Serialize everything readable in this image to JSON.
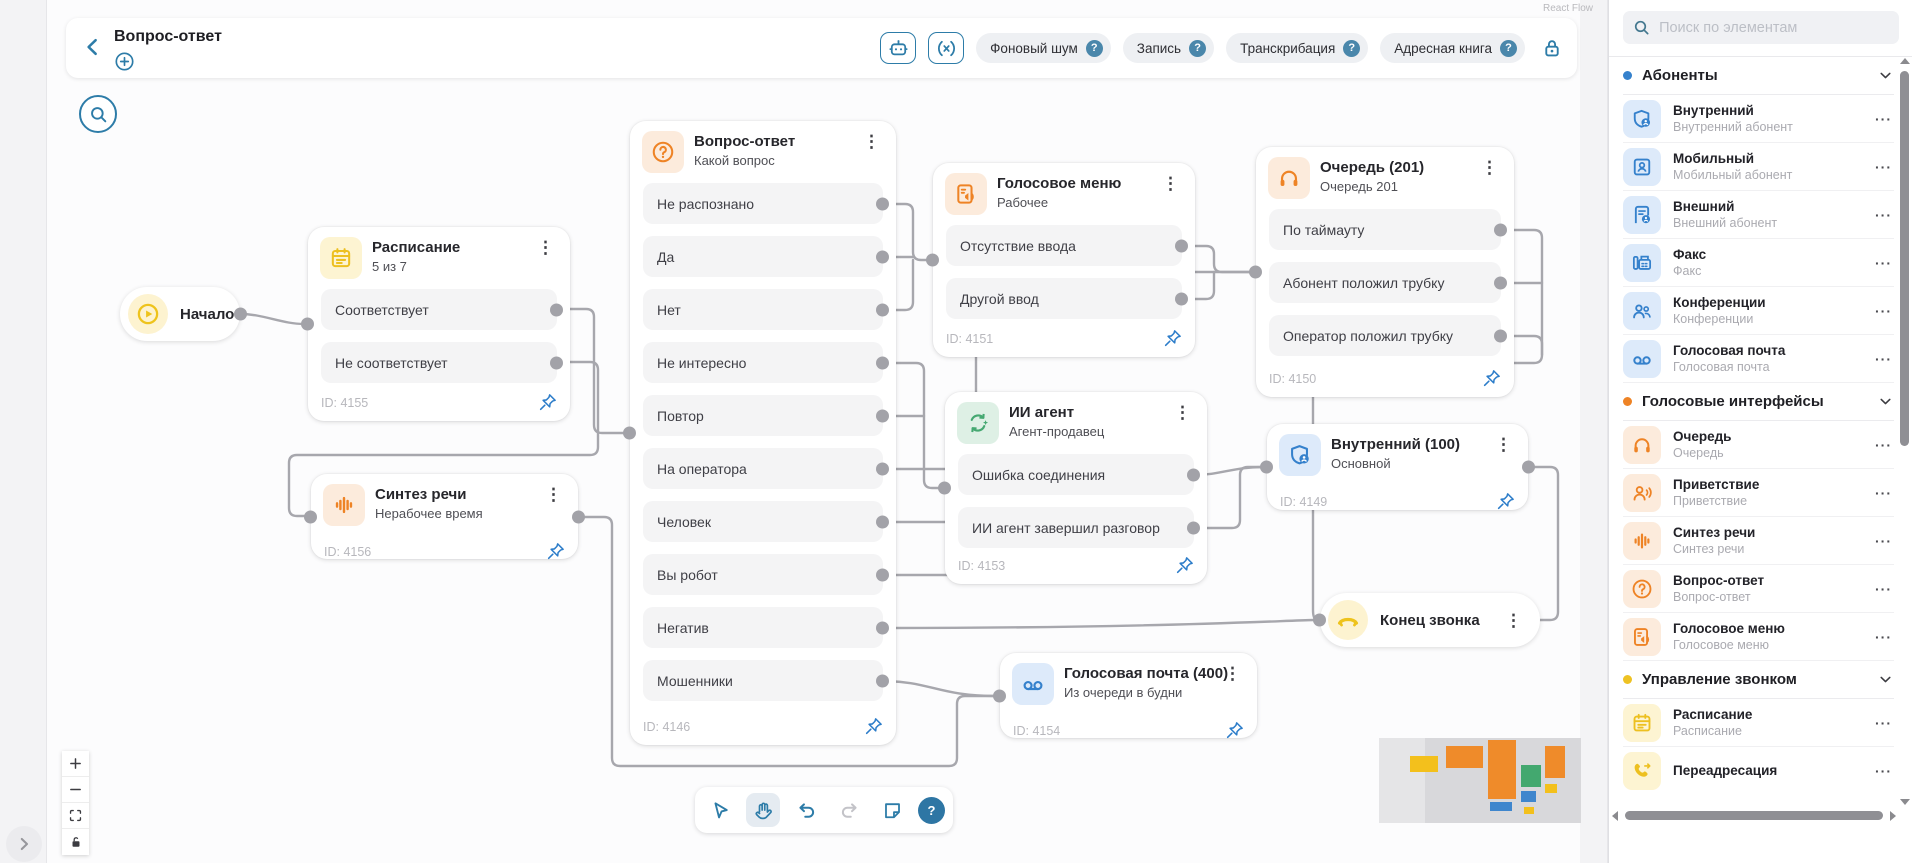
{
  "app": {
    "attribution": "React Flow"
  },
  "glyphs": {
    "kebab": "⋮",
    "more": "···",
    "help": "?"
  },
  "colors": {
    "accent_blue": "#2d7ca8",
    "item_blue": "#3581cc",
    "orange": "#ee8325",
    "yellow": "#eec223",
    "green": "#45a871",
    "edge_gray": "#a7a7ad",
    "pin_blue": "#2b7cc9",
    "badge_blue": "#4a87ab"
  },
  "header": {
    "title": "Вопрос-ответ",
    "icon_buttons": [
      {
        "name": "ai-assistant-button",
        "icon": "bot-icon"
      },
      {
        "name": "variables-button",
        "icon": "parentheses-x-icon"
      }
    ],
    "pills": [
      {
        "label": "Фоновый шум"
      },
      {
        "label": "Запись"
      },
      {
        "label": "Транскрибация"
      },
      {
        "label": "Адресная книга"
      }
    ],
    "badge": "?"
  },
  "canvas": {
    "nodes": {
      "start": {
        "label": "Начало"
      },
      "schedule": {
        "title": "Расписание",
        "subtitle": "5 из 7",
        "rows": [
          "Соответствует",
          "Не соответствует"
        ],
        "id": "ID: 4155"
      },
      "tts": {
        "title": "Синтез речи",
        "subtitle": "Нерабочее время",
        "id": "ID: 4156"
      },
      "qa": {
        "title": "Вопрос-ответ",
        "subtitle": "Какой вопрос",
        "rows": [
          "Не распознано",
          "Да",
          "Нет",
          "Не интересно",
          "Повтор",
          "На оператора",
          "Человек",
          "Вы робот",
          "Негатив",
          "Мошенники"
        ],
        "id": "ID: 4146"
      },
      "voice_menu": {
        "title": "Голосовое меню",
        "subtitle": "Рабочее",
        "rows": [
          "Отсутствие ввода",
          "Другой ввод"
        ],
        "id": "ID: 4151"
      },
      "ai_agent": {
        "title": "ИИ агент",
        "subtitle": "Агент-продавец",
        "rows": [
          "Ошибка соединения",
          "ИИ агент завершил разговор"
        ],
        "id": "ID: 4153"
      },
      "queue": {
        "title": "Очередь (201)",
        "subtitle": "Очередь 201",
        "rows": [
          "По таймауту",
          "Абонент положил трубку",
          "Оператор положил трубку"
        ],
        "id": "ID: 4150"
      },
      "internal": {
        "title": "Внутренний (100)",
        "subtitle": "Основной",
        "id": "ID: 4149"
      },
      "voicemail": {
        "title": "Голосовая почта (400)",
        "subtitle": "Из очереди в будни",
        "id": "ID: 4154"
      },
      "end": {
        "label": "Конец звонка"
      }
    },
    "bottom_toolbar_icons": [
      "cursor",
      "hand",
      "undo",
      "redo",
      "note",
      "help"
    ],
    "zoom_controls_icons": [
      "zoom-in",
      "zoom-out",
      "fit-view",
      "unlock"
    ]
  },
  "sidebar": {
    "search_placeholder": "Поиск по элементам",
    "sections": [
      {
        "title": "Абоненты",
        "color": "#3581cc",
        "items": [
          {
            "title": "Внутренний",
            "subtitle": "Внутренний абонент",
            "icon": "shield-user"
          },
          {
            "title": "Мобильный",
            "subtitle": "Мобильный абонент",
            "icon": "card-user"
          },
          {
            "title": "Внешний",
            "subtitle": "Внешний абонент",
            "icon": "doc-user"
          },
          {
            "title": "Факс",
            "subtitle": "Факс",
            "icon": "fax"
          },
          {
            "title": "Конференции",
            "subtitle": "Конференции",
            "icon": "people"
          },
          {
            "title": "Голосовая почта",
            "subtitle": "Голосовая почта",
            "icon": "voicemail"
          }
        ]
      },
      {
        "title": "Голосовые интерфейсы",
        "color": "#ee8325",
        "items": [
          {
            "title": "Очередь",
            "subtitle": "Очередь",
            "icon": "headset"
          },
          {
            "title": "Приветствие",
            "subtitle": "Приветствие",
            "icon": "greeting"
          },
          {
            "title": "Синтез речи",
            "subtitle": "Синтез речи",
            "icon": "waveform"
          },
          {
            "title": "Вопрос-ответ",
            "subtitle": "Вопрос-ответ",
            "icon": "question"
          },
          {
            "title": "Голосовое меню",
            "subtitle": "Голосовое меню",
            "icon": "voice-menu"
          }
        ]
      },
      {
        "title": "Управление звонком",
        "color": "#eec223",
        "items": [
          {
            "title": "Расписание",
            "subtitle": "Расписание",
            "icon": "calendar"
          },
          {
            "title": "Переадресация",
            "subtitle": "",
            "icon": "phone-forward"
          }
        ]
      }
    ]
  }
}
